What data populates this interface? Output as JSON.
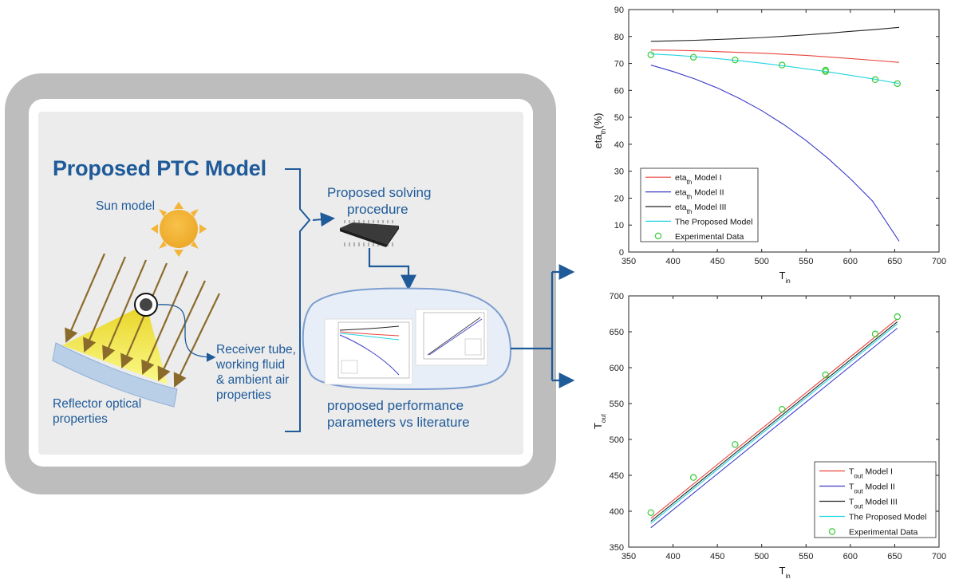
{
  "diagram": {
    "title": "Proposed PTC Model",
    "sun_label": "Sun model",
    "receiver_label_lines": [
      "Receiver tube,",
      "working fluid",
      "& ambient air",
      "properties"
    ],
    "reflector_label_lines": [
      "Reflector optical",
      "properties"
    ],
    "solver_label_lines": [
      "Proposed solving",
      "procedure"
    ],
    "output_label_lines": [
      "proposed performance",
      "parameters vs literature"
    ],
    "colors": {
      "title": "#1f5a99",
      "arrows": "#1f5a99",
      "frame": "#bdbdbd",
      "panel": "#ececec",
      "sun": "#f3b43a",
      "beam": "#f2ef2c",
      "rays": "#8b6b2c",
      "reflector": "#b9cfe8"
    },
    "icons": [
      "sun-icon",
      "receiver-tube-icon",
      "reflector-icon",
      "chip-icon",
      "chart-thumbnail-icon"
    ]
  },
  "chart_data": [
    {
      "type": "line",
      "x": [
        375,
        400,
        425,
        450,
        475,
        500,
        525,
        550,
        575,
        600,
        625,
        655
      ],
      "xlabel": "T",
      "xlabel_sub": "in",
      "ylabel": "eta",
      "ylabel_sub": "th",
      "ylabel_suffix": "(%)",
      "xlim": [
        350,
        700
      ],
      "ylim": [
        0,
        90
      ],
      "xticks": [
        350,
        400,
        450,
        500,
        550,
        600,
        650,
        700
      ],
      "yticks": [
        0,
        10,
        20,
        30,
        40,
        50,
        60,
        70,
        80,
        90
      ],
      "legend_position": "bottom-left",
      "series": [
        {
          "name": "eta",
          "sub": "th",
          "suffix": " Model I",
          "color": "#e8433a",
          "values": [
            75.0,
            74.9,
            74.7,
            74.4,
            74.1,
            73.8,
            73.4,
            73.0,
            72.4,
            71.8,
            71.2,
            70.4
          ]
        },
        {
          "name": "eta",
          "sub": "th",
          "suffix": " Model II",
          "color": "#3b3bc8",
          "values": [
            69.4,
            67.0,
            64.2,
            60.9,
            57.0,
            52.5,
            47.3,
            41.4,
            34.7,
            27.2,
            18.9,
            4.0
          ]
        },
        {
          "name": "eta",
          "sub": "th",
          "suffix": " Model III",
          "color": "#222222",
          "values": [
            78.2,
            78.4,
            78.6,
            78.9,
            79.2,
            79.6,
            80.1,
            80.6,
            81.2,
            81.9,
            82.5,
            83.4
          ]
        },
        {
          "name": "The Proposed Model",
          "color": "#22d4e0",
          "values": [
            73.5,
            73.1,
            72.5,
            71.8,
            71.0,
            70.1,
            69.1,
            68.0,
            66.9,
            65.6,
            64.3,
            62.5
          ]
        }
      ],
      "markers": {
        "name": "Experimental Data",
        "color": "#33cc33",
        "x": [
          375,
          423,
          470,
          523,
          572,
          572,
          628,
          653
        ],
        "y": [
          73.2,
          72.3,
          71.3,
          69.4,
          67.5,
          67.0,
          64.0,
          62.5
        ]
      }
    },
    {
      "type": "line",
      "x": [
        375,
        653
      ],
      "xlabel": "T",
      "xlabel_sub": "in",
      "ylabel": "T",
      "ylabel_sub": "out",
      "ylabel_suffix": "",
      "xlim": [
        350,
        700
      ],
      "ylim": [
        350,
        700
      ],
      "xticks": [
        350,
        400,
        450,
        500,
        550,
        600,
        650,
        700
      ],
      "yticks": [
        350,
        400,
        450,
        500,
        550,
        600,
        650,
        700
      ],
      "legend_position": "bottom-right",
      "series": [
        {
          "name": "T",
          "sub": "out",
          "suffix": " Model I",
          "color": "#e8433a",
          "values": [
            390,
            668
          ]
        },
        {
          "name": "T",
          "sub": "out",
          "suffix": " Model II",
          "color": "#3b3bc8",
          "values": [
            377,
            655
          ]
        },
        {
          "name": "T",
          "sub": "out",
          "suffix": " Model III",
          "color": "#222222",
          "values": [
            386,
            664
          ]
        },
        {
          "name": "The Proposed Model",
          "color": "#22d4e0",
          "values": [
            383,
            661
          ]
        }
      ],
      "markers": {
        "name": "Experimental Data",
        "color": "#33cc33",
        "x": [
          375,
          423,
          470,
          523,
          572,
          628,
          653
        ],
        "y": [
          398,
          447,
          493,
          542,
          590,
          647,
          671
        ]
      }
    }
  ]
}
